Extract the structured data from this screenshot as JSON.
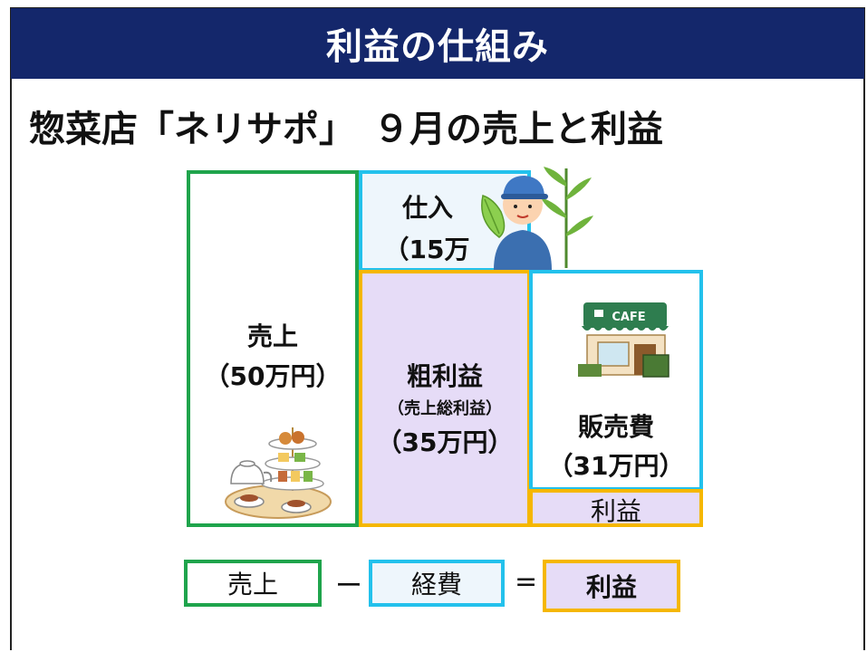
{
  "header": {
    "title": "利益の仕組み"
  },
  "subtitle": "惣菜店「ネリサポ」　９月の売上と利益",
  "boxes": {
    "sales": {
      "label": "売上",
      "value": "（50万円）"
    },
    "purchase": {
      "label": "仕入",
      "value": "（15万"
    },
    "gross_profit": {
      "label": "粗利益",
      "note": "（売上総利益）",
      "value": "（35万円）"
    },
    "sga": {
      "label": "販売費",
      "value": "（31万円）"
    },
    "profit": {
      "label": "利益"
    }
  },
  "illustrations": {
    "cafe_sign": "CAFE"
  },
  "formula": {
    "sales": "売上",
    "minus": "ー",
    "cost": "経費",
    "equals": "=",
    "profit": "利益"
  },
  "colors": {
    "header_bg": "#14276b",
    "sales_border": "#1fa44c",
    "cost_border": "#23c1ec",
    "profit_border": "#f5b700",
    "profit_fill": "#e6dcf7"
  }
}
